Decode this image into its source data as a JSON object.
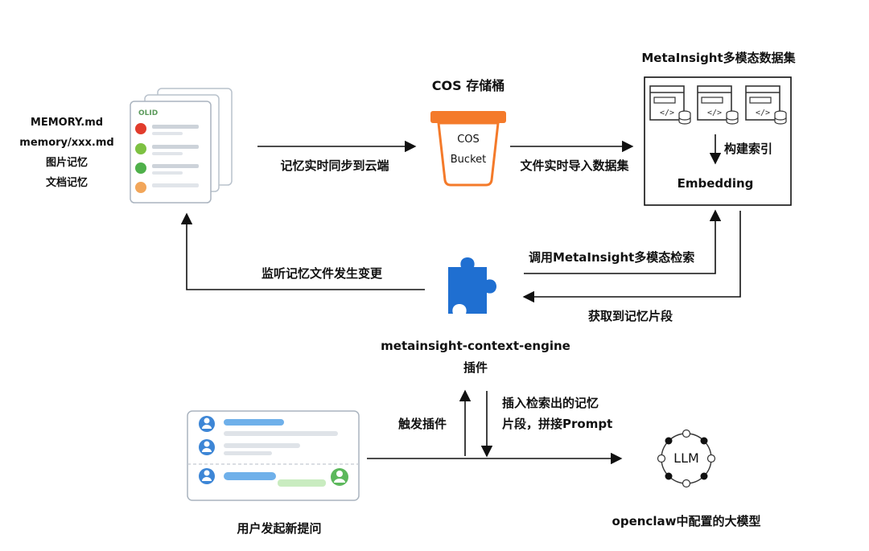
{
  "memory_files": {
    "items": [
      "MEMORY.md",
      "memory/xxx.md",
      "图片记忆",
      "文档记忆"
    ],
    "logo_text": "OLID"
  },
  "cos": {
    "title": "COS 存储桶",
    "bucket_line1": "COS",
    "bucket_line2": "Bucket"
  },
  "dataset": {
    "title": "MetaInsight多模态数据集",
    "index_label": "构建索引",
    "embedding_label": "Embedding"
  },
  "plugin": {
    "name": "metainsight-context-engine",
    "subtitle": "插件"
  },
  "user": {
    "label": "用户发起新提问"
  },
  "llm": {
    "text": "LLM",
    "label": "openclaw中配置的大模型"
  },
  "edges": {
    "sync_cloud": "记忆实时同步到云端",
    "import_dataset": "文件实时导入数据集",
    "call_search": "调用MetaInsight多模态检索",
    "get_fragments": "获取到记忆片段",
    "watch_changes": "监听记忆文件发生变更",
    "trigger_plugin": "触发插件",
    "insert_line1": "插入检索出的记忆",
    "insert_line2": "片段，拼接Prompt"
  },
  "colors": {
    "arrow": "#111111",
    "bucket_orange": "#f47a2a",
    "puzzle_blue": "#1f6fd1",
    "avatar_blue": "#3d86d6",
    "chat_bar_blue": "#6fb0ea",
    "chat_bar_grey": "#dfe3e8",
    "avatar_green": "#5cb85c",
    "dot_red": "#e13c2c",
    "dot_green_light": "#7dc142",
    "dot_green": "#4fb04a",
    "dot_orange": "#f2a65a"
  }
}
